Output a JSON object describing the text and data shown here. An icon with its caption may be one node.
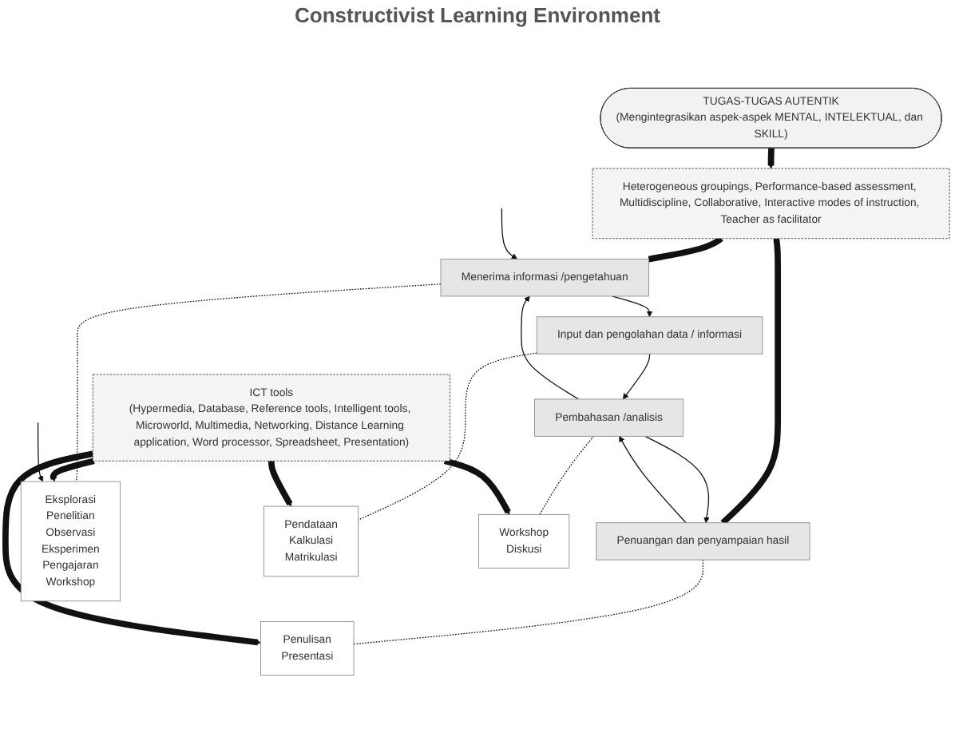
{
  "diagram": {
    "nodes": [
      {
        "text": [
          "TUGAS-TUGAS AUTENTIK",
          "(Mengintegrasikan aspek-aspek MENTAL, INTELEKTUAL, dan SKILL)"
        ]
      },
      {
        "text": [
          "Heterogeneous groupings, Performance-based assessment, Multidiscipline, Collaborative, Interactive modes of instruction, Teacher as facilitator"
        ]
      },
      {
        "text": [
          "Menerima informasi /pengetahuan"
        ]
      },
      {
        "text": [
          "Input dan pengolahan data / informasi"
        ]
      },
      {
        "text": [
          "Pembahasan /analisis"
        ]
      },
      {
        "text": [
          "Penuangan dan penyampaian hasil"
        ]
      },
      {
        "text": [
          "Eksplorasi",
          "Penelitian",
          "Observasi",
          "Eksperimen",
          "Pengajaran",
          "Workshop"
        ]
      },
      {
        "text": [
          "Pendataan",
          "Kalkulasi",
          "Matrikulasi"
        ]
      },
      {
        "text": [
          "Workshop",
          "Diskusi"
        ]
      },
      {
        "text": [
          "Penulisan",
          "Presentasi"
        ]
      },
      {
        "text": [
          "ICT tools",
          "(Hypermedia, Database, Reference tools, Intelligent tools, Microworld, Multimedia, Networking, Distance Learning application, Word processor, Spreadsheet, Presentation)"
        ]
      }
    ],
    "edges": [
      {
        "from": 0,
        "to": 1,
        "arrow": "to",
        "style": "thick"
      },
      {
        "from": 1,
        "to": 2,
        "arrow": "none",
        "style": "thick"
      },
      {
        "from": 1,
        "to": 5,
        "arrow": "none",
        "style": "thick"
      },
      {
        "from": 2,
        "to": 3,
        "arrow": "to"
      },
      {
        "from": 3,
        "to": 4,
        "arrow": "to"
      },
      {
        "from": 4,
        "to": 5,
        "arrow": "to"
      },
      {
        "from": 4,
        "to": 2,
        "arrow": "to"
      },
      {
        "from": 5,
        "to": 4,
        "arrow": "to"
      },
      {
        "from": 2,
        "to": 6,
        "arrow": "none",
        "style": "dashed"
      },
      {
        "from": 3,
        "to": 7,
        "arrow": "none",
        "style": "dashed"
      },
      {
        "from": 4,
        "to": 8,
        "arrow": "none",
        "style": "dashed"
      },
      {
        "from": 5,
        "to": 9,
        "arrow": "none",
        "style": "dashed"
      },
      {
        "from": 10,
        "to": 6,
        "arrow": "to",
        "style": "thick"
      },
      {
        "from": 10,
        "to": 7,
        "arrow": "to",
        "style": "thick"
      },
      {
        "from": 10,
        "to": 8,
        "arrow": "to",
        "style": "thick"
      },
      {
        "from": 10,
        "to": 9,
        "arrow": "to",
        "style": "thick"
      },
      {
        "from": null,
        "to": 2,
        "arrow": "to"
      },
      {
        "from": null,
        "to": 6,
        "arrow": "to"
      }
    ],
    "labels": [
      "Constructivist Learning Environment"
    ]
  }
}
